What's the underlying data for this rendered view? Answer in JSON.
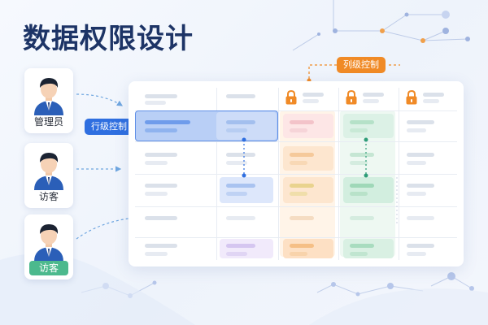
{
  "title": "数据权限设计",
  "users": [
    {
      "label": "管理员",
      "active": false
    },
    {
      "label": "访客",
      "active": false
    },
    {
      "label": "访客",
      "active": true
    }
  ],
  "tags": {
    "row_control": "行级控制",
    "column_control": "列级控制"
  },
  "colors": {
    "title": "#1d3466",
    "row_tag": "#2f6fe0",
    "column_tag": "#f08a26",
    "active_user": "#4cb98d",
    "row_highlight": "#b9cff6",
    "col_orange": "#fde6cf",
    "col_green": "#dcf1e6",
    "cell_blue": "#dde7fb"
  },
  "icons": [
    "lock-icon",
    "user-avatar-icon"
  ]
}
